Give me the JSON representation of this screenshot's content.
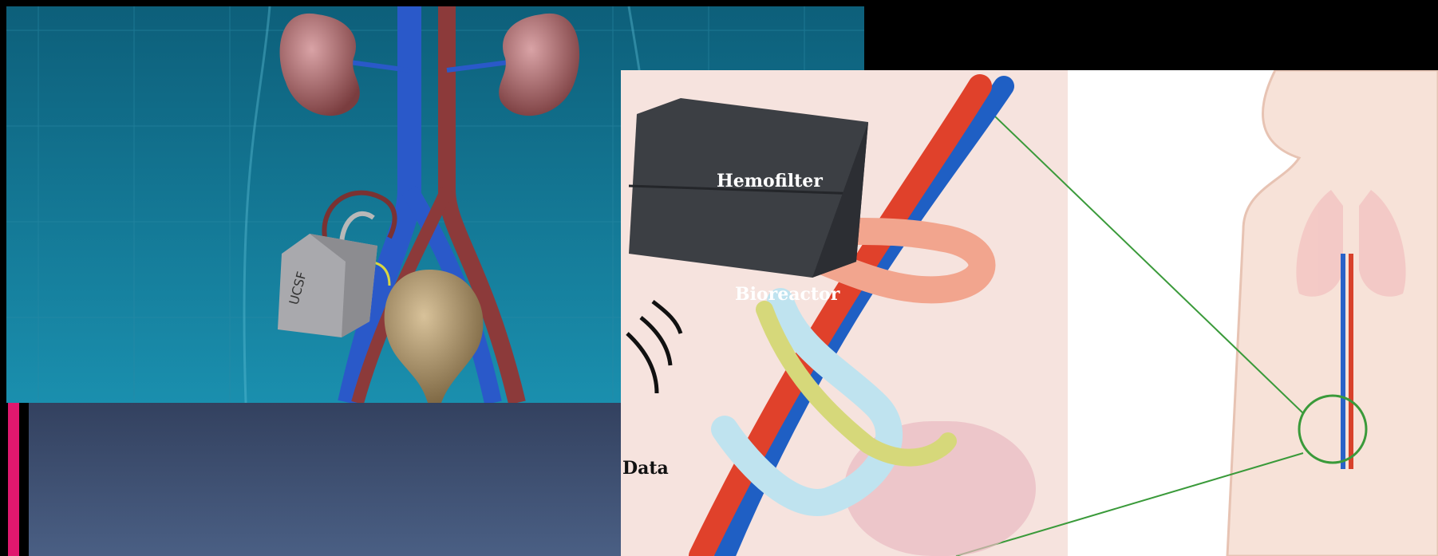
{
  "labels": {
    "hemofilter": "Hemofilter",
    "bioreactor": "Bioreactor",
    "data": "Data"
  },
  "device_logo": "UCSF",
  "colors": {
    "background": "#000000",
    "accent_bar": "#e0186e",
    "panel_gradient_top": "#33415f",
    "panel_gradient_bottom": "#4a5f84",
    "artery": "#e0412b",
    "vein": "#1f5fc4",
    "device_body": "#3c3f44"
  }
}
